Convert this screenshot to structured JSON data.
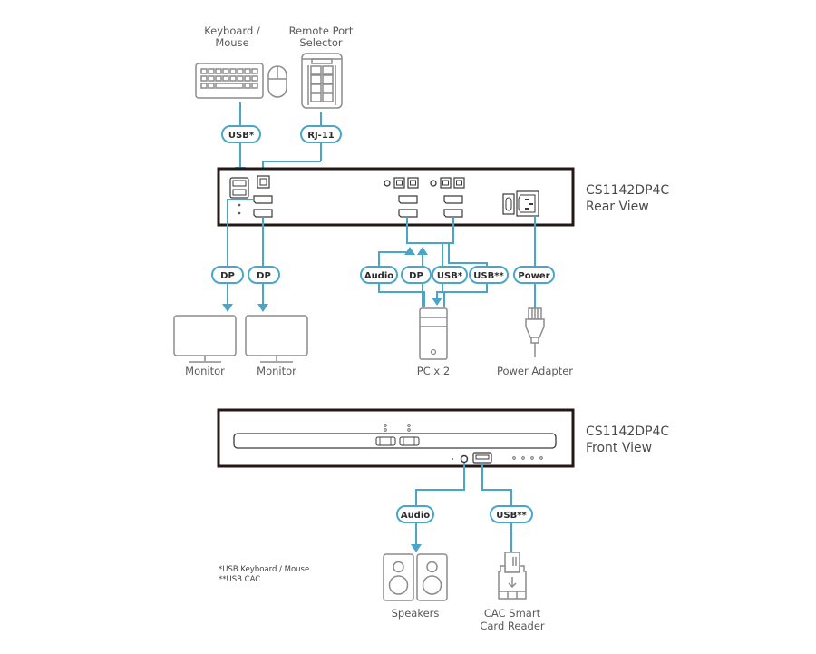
{
  "diagram": {
    "rear_view": {
      "model": "CS1142DP4C",
      "view": "Rear View"
    },
    "front_view": {
      "model": "CS1142DP4C",
      "view": "Front View"
    },
    "devices": {
      "keyboard_mouse": {
        "line1": "Keyboard /",
        "line2": "Mouse"
      },
      "remote_port_selector": {
        "line1": "Remote Port",
        "line2": "Selector"
      },
      "monitor_1": "Monitor",
      "monitor_2": "Monitor",
      "pc": "PC x 2",
      "power_adapter": "Power Adapter",
      "speakers": "Speakers",
      "cac_reader": {
        "line1": "CAC Smart",
        "line2": "Card Reader"
      }
    },
    "connections": {
      "keyboard_usb": "USB*",
      "selector_rj11": "RJ-11",
      "monitor_1_dp": "DP",
      "monitor_2_dp": "DP",
      "pc_audio": "Audio",
      "pc_dp": "DP",
      "pc_usb": "USB*",
      "pc_usb_cac": "USB**",
      "power": "Power",
      "front_audio": "Audio",
      "front_usb_cac": "USB**"
    },
    "footnotes": [
      "*USB Keyboard / Mouse",
      "**USB CAC"
    ],
    "colors": {
      "cable": "#4aa6c8",
      "device_outline": "#8c8c8c",
      "chassis_outline": "#231815"
    }
  }
}
